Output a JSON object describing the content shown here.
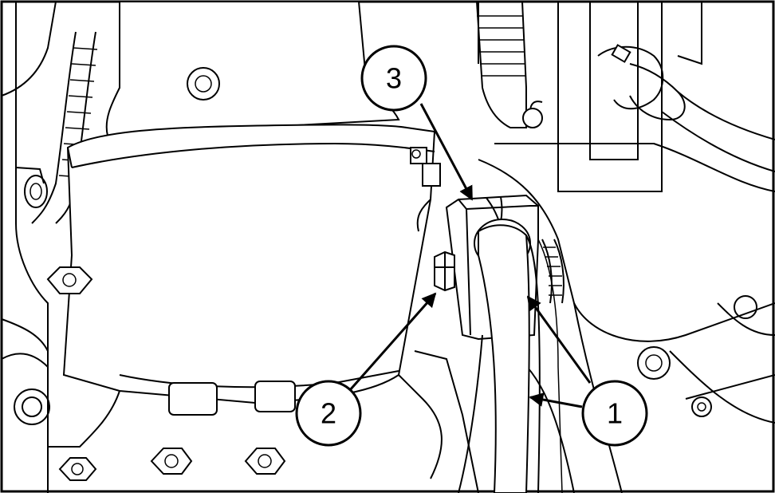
{
  "figure": {
    "type": "technical-line-illustration",
    "colors": {
      "line": "#000000",
      "background": "#ffffff"
    }
  },
  "callouts": [
    {
      "id": "callout-1",
      "label": "1"
    },
    {
      "id": "callout-2",
      "label": "2"
    },
    {
      "id": "callout-3",
      "label": "3"
    }
  ]
}
